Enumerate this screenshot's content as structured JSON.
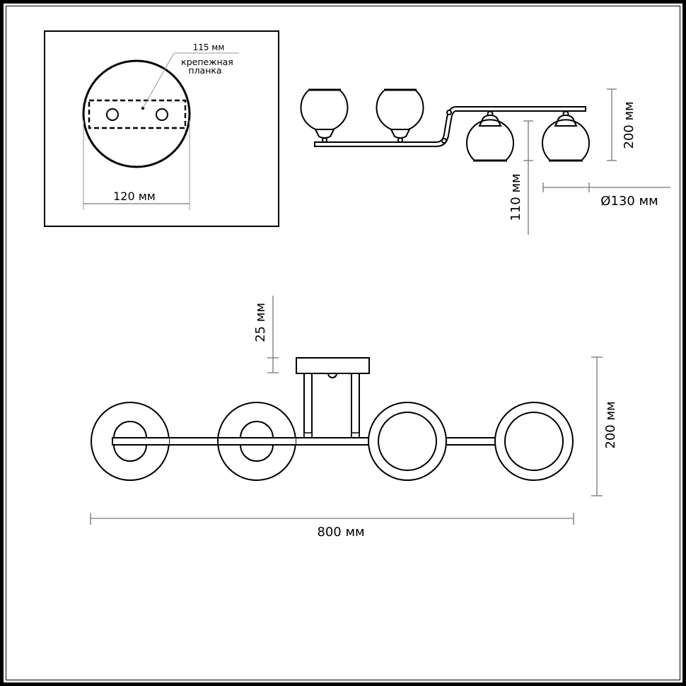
{
  "mount_plate_view": {
    "plate_length_label": "115 мм",
    "plate_name_line1": "крепежная",
    "plate_name_line2": "планка",
    "base_diameter_label": "120 мм"
  },
  "side_view": {
    "total_height_label": "200 мм",
    "shade_height_label": "110 мм",
    "shade_diameter_label": "Ø130 мм"
  },
  "front_view": {
    "canopy_height_label": "25 мм",
    "height_label": "200 мм",
    "length_label": "800 мм"
  },
  "colors": {
    "line": "#000000",
    "dimension_line": "#777777",
    "background": "#ffffff"
  }
}
